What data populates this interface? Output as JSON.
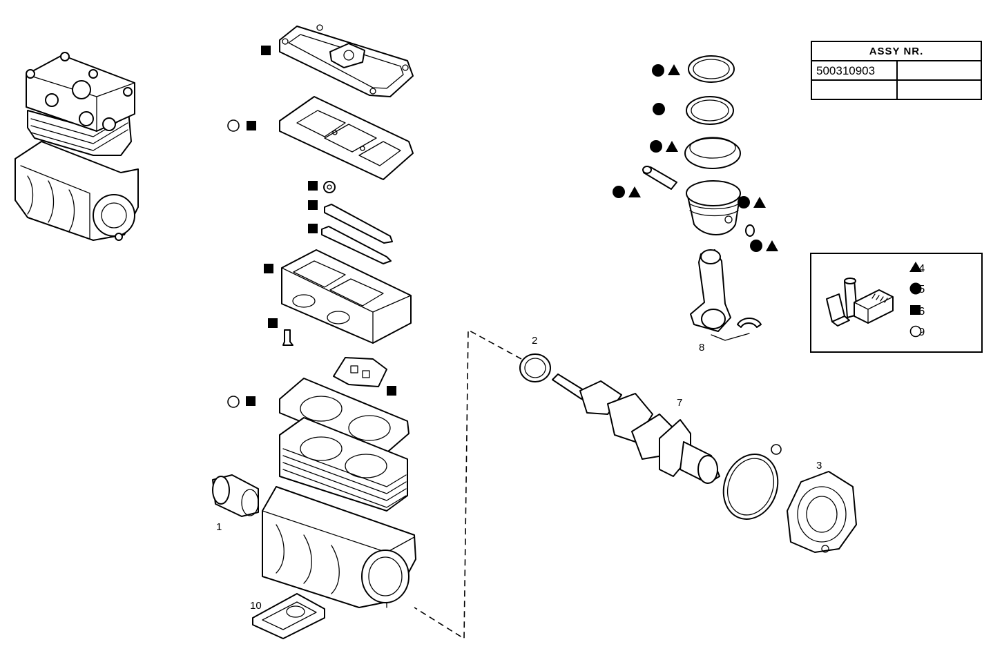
{
  "assy_table": {
    "header": "ASSY NR.",
    "rows": [
      {
        "number": "500310903",
        "value": ""
      },
      {
        "number": "",
        "value": ""
      }
    ]
  },
  "legend": {
    "items": [
      {
        "symbol": "triangle",
        "text": "=4"
      },
      {
        "symbol": "filled-circle",
        "text": "=5"
      },
      {
        "symbol": "filled-square",
        "text": "=6"
      },
      {
        "symbol": "open-circle",
        "text": "=9"
      }
    ]
  },
  "callouts": {
    "bushing": "1",
    "crank_seal": "2",
    "end_cover": "3",
    "crankshaft": "7",
    "bearing_shells": "8",
    "base_plate": "10"
  }
}
